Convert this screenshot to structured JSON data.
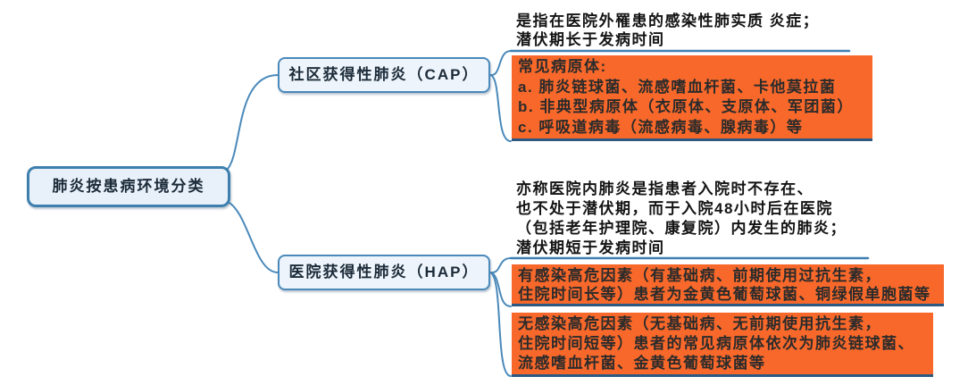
{
  "root": {
    "label": "肺炎按患病环境分类"
  },
  "branches": [
    {
      "label": "社区获得性肺炎（CAP）",
      "description": [
        "是指在医院外罹患的感染性肺实质 炎症；",
        "潜伏期长于发病时间"
      ],
      "children": [
        {
          "lines": [
            "常见病原体:",
            "a. 肺炎链球菌、流感嗜血杆菌、卡他莫拉菌",
            "b. 非典型病原体（衣原体、支原体、军团菌）",
            "c. 呼吸道病毒（流感病毒、腺病毒）等"
          ]
        }
      ]
    },
    {
      "label": "医院获得性肺炎（HAP）",
      "description": [
        "亦称医院内肺炎是指患者入院时不存在、",
        "也不处于潜伏期，而于入院48小时后在医院",
        "（包括老年护理院、康复院）内发生的肺炎；",
        "潜伏期短于发病时间"
      ],
      "children": [
        {
          "lines": [
            "有感染高危因素（有基础病、前期使用过抗生素，",
            "住院时间长等）患者为金黄色葡萄球菌、铜绿假单胞菌等"
          ]
        },
        {
          "lines": [
            "无感染高危因素（无基础病、无前期使用抗生素，",
            "住院时间短等）患者的常见病原体依次为肺炎链球菌、",
            "流感嗜血杆菌、金黄色葡萄球菌等"
          ]
        }
      ]
    }
  ],
  "colors": {
    "connector_blue": "#4a89ba",
    "root_border_blue": "#3e7fae",
    "node_fill": "#edf4fb",
    "highlight_orange": "#f8682a",
    "underline_navy": "#2c5982",
    "text_dark": "#141414"
  }
}
